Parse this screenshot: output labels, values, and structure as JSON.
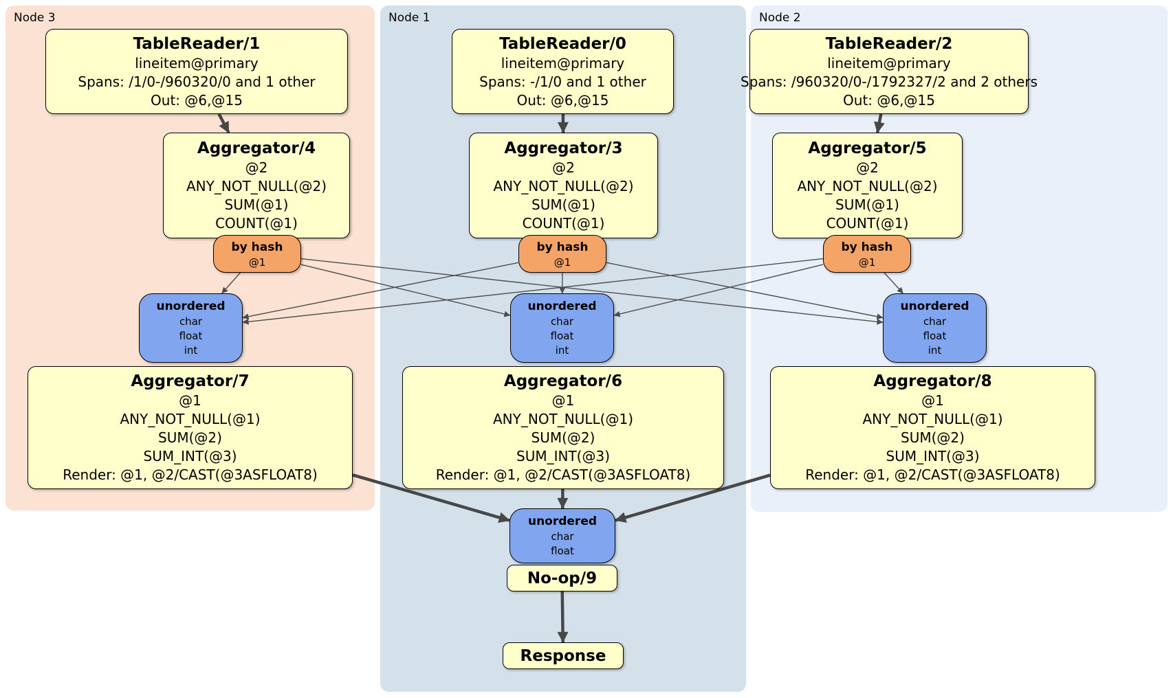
{
  "regions": [
    {
      "id": "node3",
      "label": "Node 3"
    },
    {
      "id": "node1",
      "label": "Node 1"
    },
    {
      "id": "node2",
      "label": "Node 2"
    }
  ],
  "boxes": {
    "tablereader1": {
      "title": "TableReader/1",
      "lines": [
        "lineitem@primary",
        "Spans: /1/0-/960320/0 and 1 other",
        "Out: @6,@15"
      ]
    },
    "aggregator4": {
      "title": "Aggregator/4",
      "lines": [
        "@2",
        "ANY_NOT_NULL(@2)",
        "SUM(@1)",
        "COUNT(@1)"
      ]
    },
    "byhash4": {
      "title": "by hash",
      "lines": [
        "@1"
      ]
    },
    "unordered3": {
      "title": "unordered",
      "lines": [
        "char",
        "float",
        "int"
      ]
    },
    "aggregator7": {
      "title": "Aggregator/7",
      "lines": [
        "@1",
        "ANY_NOT_NULL(@1)",
        "SUM(@2)",
        "SUM_INT(@3)",
        "Render: @1, @2/CAST(@3ASFLOAT8)"
      ]
    },
    "tablereader0": {
      "title": "TableReader/0",
      "lines": [
        "lineitem@primary",
        "Spans: -/1/0 and 1 other",
        "Out: @6,@15"
      ]
    },
    "aggregator3": {
      "title": "Aggregator/3",
      "lines": [
        "@2",
        "ANY_NOT_NULL(@2)",
        "SUM(@1)",
        "COUNT(@1)"
      ]
    },
    "byhash3": {
      "title": "by hash",
      "lines": [
        "@1"
      ]
    },
    "unordered1": {
      "title": "unordered",
      "lines": [
        "char",
        "float",
        "int"
      ]
    },
    "aggregator6": {
      "title": "Aggregator/6",
      "lines": [
        "@1",
        "ANY_NOT_NULL(@1)",
        "SUM(@2)",
        "SUM_INT(@3)",
        "Render: @1, @2/CAST(@3ASFLOAT8)"
      ]
    },
    "tablereader2": {
      "title": "TableReader/2",
      "lines": [
        "lineitem@primary",
        "Spans: /960320/0-/1792327/2 and 2 others",
        "Out: @6,@15"
      ]
    },
    "aggregator5": {
      "title": "Aggregator/5",
      "lines": [
        "@2",
        "ANY_NOT_NULL(@2)",
        "SUM(@1)",
        "COUNT(@1)"
      ]
    },
    "byhash5": {
      "title": "by hash",
      "lines": [
        "@1"
      ]
    },
    "unordered2": {
      "title": "unordered",
      "lines": [
        "char",
        "float",
        "int"
      ]
    },
    "aggregator8": {
      "title": "Aggregator/8",
      "lines": [
        "@1",
        "ANY_NOT_NULL(@1)",
        "SUM(@2)",
        "SUM_INT(@3)",
        "Render: @1, @2/CAST(@3ASFLOAT8)"
      ]
    },
    "unordered_final": {
      "title": "unordered",
      "lines": [
        "char",
        "float"
      ]
    },
    "noop9": {
      "title": "No-op/9",
      "lines": []
    },
    "response": {
      "title": "Response",
      "lines": []
    }
  },
  "edges": [
    {
      "from": "tablereader1",
      "to": "aggregator4",
      "kind": "thick"
    },
    {
      "from": "tablereader0",
      "to": "aggregator3",
      "kind": "thick"
    },
    {
      "from": "tablereader2",
      "to": "aggregator5",
      "kind": "thick"
    },
    {
      "from": "byhash4",
      "to": "unordered3",
      "kind": "thin"
    },
    {
      "from": "byhash4",
      "to": "unordered1",
      "kind": "thin"
    },
    {
      "from": "byhash4",
      "to": "unordered2",
      "kind": "thin"
    },
    {
      "from": "byhash3",
      "to": "unordered3",
      "kind": "thin"
    },
    {
      "from": "byhash3",
      "to": "unordered1",
      "kind": "thin"
    },
    {
      "from": "byhash3",
      "to": "unordered2",
      "kind": "thin"
    },
    {
      "from": "byhash5",
      "to": "unordered3",
      "kind": "thin"
    },
    {
      "from": "byhash5",
      "to": "unordered1",
      "kind": "thin"
    },
    {
      "from": "byhash5",
      "to": "unordered2",
      "kind": "thin"
    },
    {
      "from": "aggregator7",
      "to": "unordered_final",
      "kind": "thick"
    },
    {
      "from": "aggregator6",
      "to": "unordered_final",
      "kind": "thick"
    },
    {
      "from": "aggregator8",
      "to": "unordered_final",
      "kind": "thick"
    },
    {
      "from": "noop9",
      "to": "response",
      "kind": "thick"
    }
  ],
  "colors": {
    "processor_fill": "#FFFFCC",
    "router_fill": "#F5A467",
    "sync_fill": "#82A5F0",
    "node3_bg": "#FBE2D2",
    "node1_bg": "#D5E1EA",
    "node2_bg": "#EAF0F9",
    "edge": "#4d4d4d",
    "border": "#000000"
  }
}
